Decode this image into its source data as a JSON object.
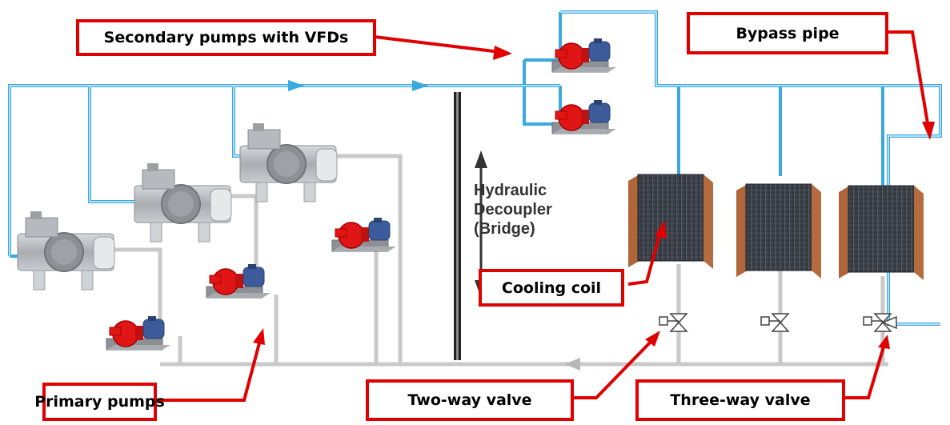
{
  "labels": {
    "secondary_pumps": "Secondary pumps with VFDs",
    "bypass_pipe": "Bypass pipe",
    "cooling_coil": "Cooling coil",
    "primary_pumps": "Primary pumps",
    "two_way_valve": "Two-way valve",
    "three_way_valve": "Three-way valve"
  },
  "decoupler": {
    "line1": "Hydraulic",
    "line2": "Decoupler",
    "line3": "(Bridge)"
  },
  "colors": {
    "supply_pipe": "#3aa9e0",
    "return_pipe": "#c9c9c9",
    "callout_red": "#e00000",
    "pump_red": "#e01515",
    "motor_blue": "#3b5b9a"
  }
}
